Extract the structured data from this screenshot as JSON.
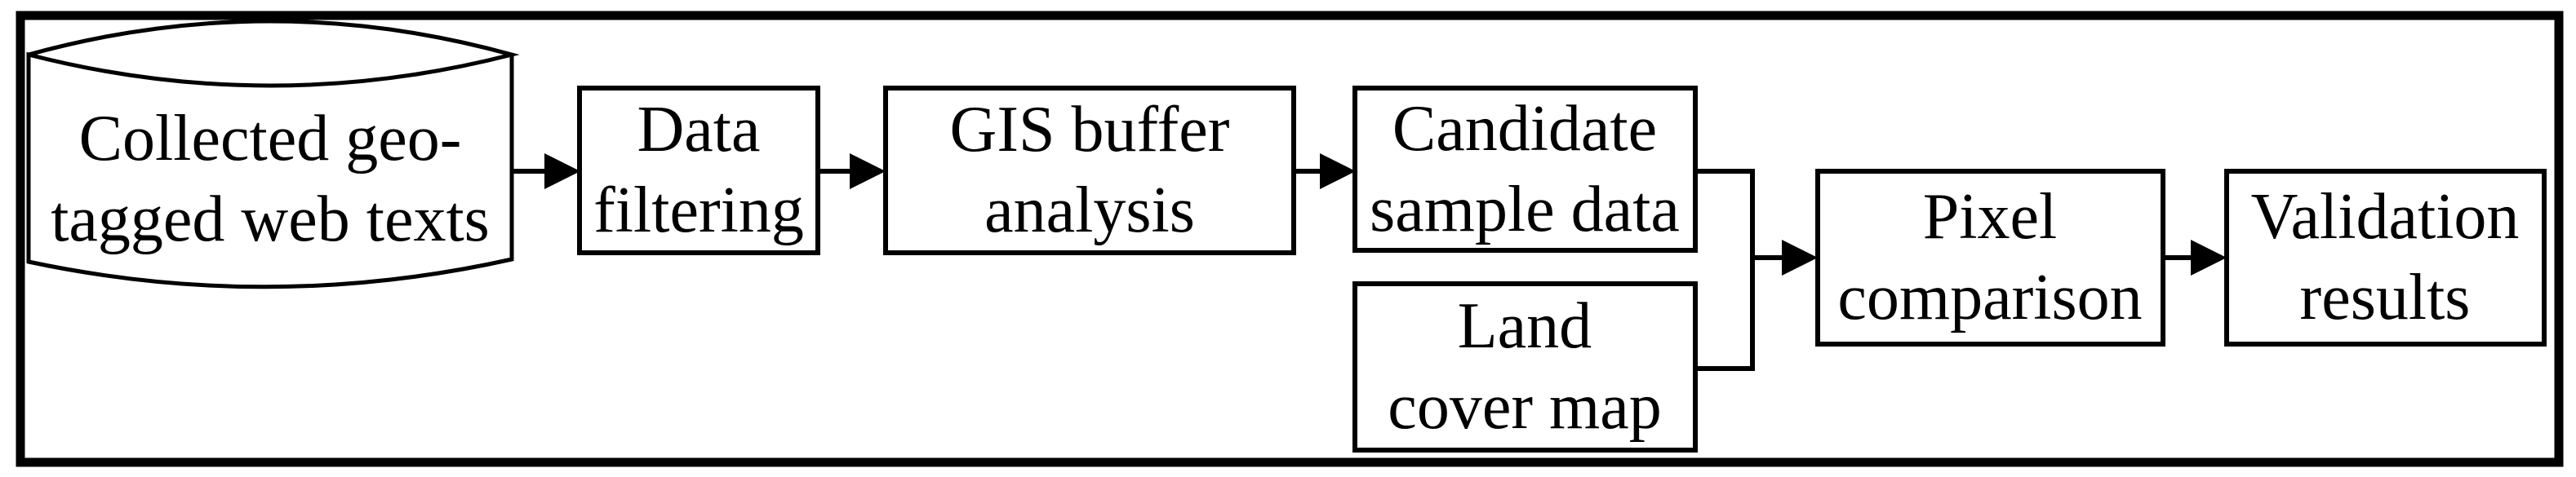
{
  "diagram": {
    "type": "flowchart",
    "colors": {
      "background": "#ffffff",
      "stroke": "#000000",
      "text": "#000000"
    },
    "nodes": [
      {
        "id": "collected-texts",
        "shape": "cylinder",
        "label": "Collected geo-\ntagged web texts"
      },
      {
        "id": "data-filtering",
        "shape": "process",
        "label": "Data\nfiltering"
      },
      {
        "id": "gis-buffer",
        "shape": "process",
        "label": "GIS buffer\nanalysis"
      },
      {
        "id": "candidate-sample",
        "shape": "process",
        "label": "Candidate\nsample data"
      },
      {
        "id": "land-cover",
        "shape": "process",
        "label": "Land\ncover map"
      },
      {
        "id": "pixel-comparison",
        "shape": "process",
        "label": "Pixel\ncomparison"
      },
      {
        "id": "validation-results",
        "shape": "process",
        "label": "Validation\nresults"
      }
    ],
    "edges": [
      {
        "from": "collected-texts",
        "to": "data-filtering",
        "style": "arrow"
      },
      {
        "from": "data-filtering",
        "to": "gis-buffer",
        "style": "arrow"
      },
      {
        "from": "gis-buffer",
        "to": "candidate-sample",
        "style": "arrow"
      },
      {
        "from": "candidate-sample",
        "to": "pixel-comparison",
        "style": "merge-arrow"
      },
      {
        "from": "land-cover",
        "to": "pixel-comparison",
        "style": "merge-arrow"
      },
      {
        "from": "pixel-comparison",
        "to": "validation-results",
        "style": "arrow"
      }
    ]
  }
}
